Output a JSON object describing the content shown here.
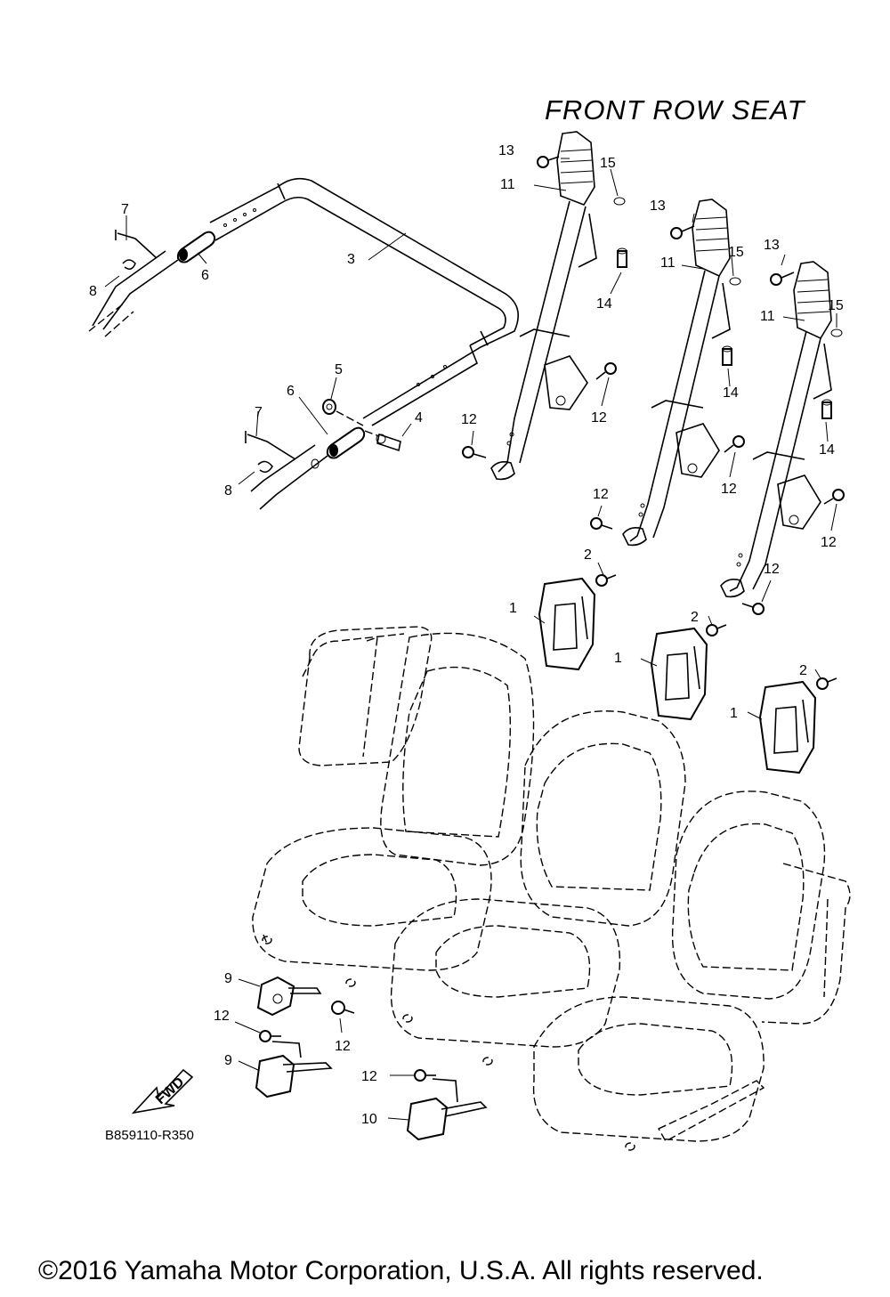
{
  "diagram": {
    "title": "FRONT ROW SEAT",
    "code": "B859110-R350",
    "copyright": "©2016 Yamaha Motor Corporation, U.S.A. All rights reserved.",
    "fwd_label": "FWD"
  },
  "callouts": {
    "c1a": "1",
    "c1b": "1",
    "c1c": "1",
    "c2a": "2",
    "c2b": "2",
    "c2c": "2",
    "c3": "3",
    "c4": "4",
    "c5": "5",
    "c6a": "6",
    "c6b": "6",
    "c7a": "7",
    "c7b": "7",
    "c8a": "8",
    "c8b": "8",
    "c9a": "9",
    "c9b": "9",
    "c10": "10",
    "c11a": "11",
    "c11b": "11",
    "c11c": "11",
    "c12a": "12",
    "c12b": "12",
    "c12c": "12",
    "c12d": "12",
    "c12e": "12",
    "c12f": "12",
    "c12g": "12",
    "c12h": "12",
    "c12i": "12",
    "c13a": "13",
    "c13b": "13",
    "c13c": "13",
    "c14a": "14",
    "c14b": "14",
    "c14c": "14",
    "c15a": "15",
    "c15b": "15",
    "c15c": "15"
  }
}
